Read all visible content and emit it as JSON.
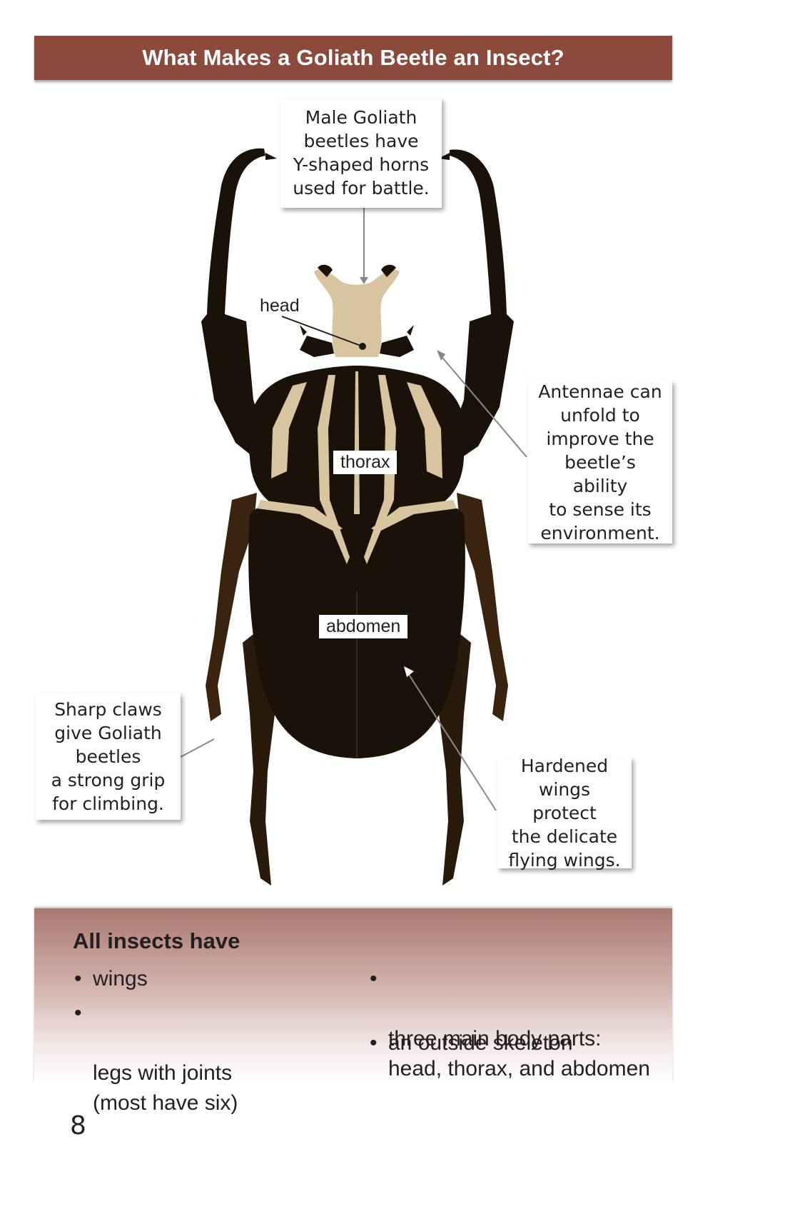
{
  "title": "What Makes a Goliath Beetle an Insect?",
  "callouts": {
    "horns": "Male Goliath\nbeetles have\nY-shaped horns\nused for battle.",
    "antennae": "Antennae can\nunfold to\nimprove the\nbeetle’s ability\nto sense its\nenvironment.",
    "claws": "Sharp claws\ngive Goliath\nbeetles\na strong grip\nfor climbing.",
    "wings": "Hardened\nwings protect\nthe delicate\nflying wings."
  },
  "labels": {
    "head": "head",
    "thorax": "thorax",
    "abdomen": "abdomen"
  },
  "facts": {
    "heading": "All insects have",
    "left": [
      "wings",
      "legs with joints\n(most have six)"
    ],
    "right": [
      "three main body parts:\nhead, thorax, and abdomen",
      "an outside skeleton"
    ],
    "bullet": "•"
  },
  "page_number": "8",
  "colors": {
    "title_bar": "#8b4a3c",
    "beetle_dark": "#1a1109",
    "beetle_light": "#d9c4a0"
  }
}
